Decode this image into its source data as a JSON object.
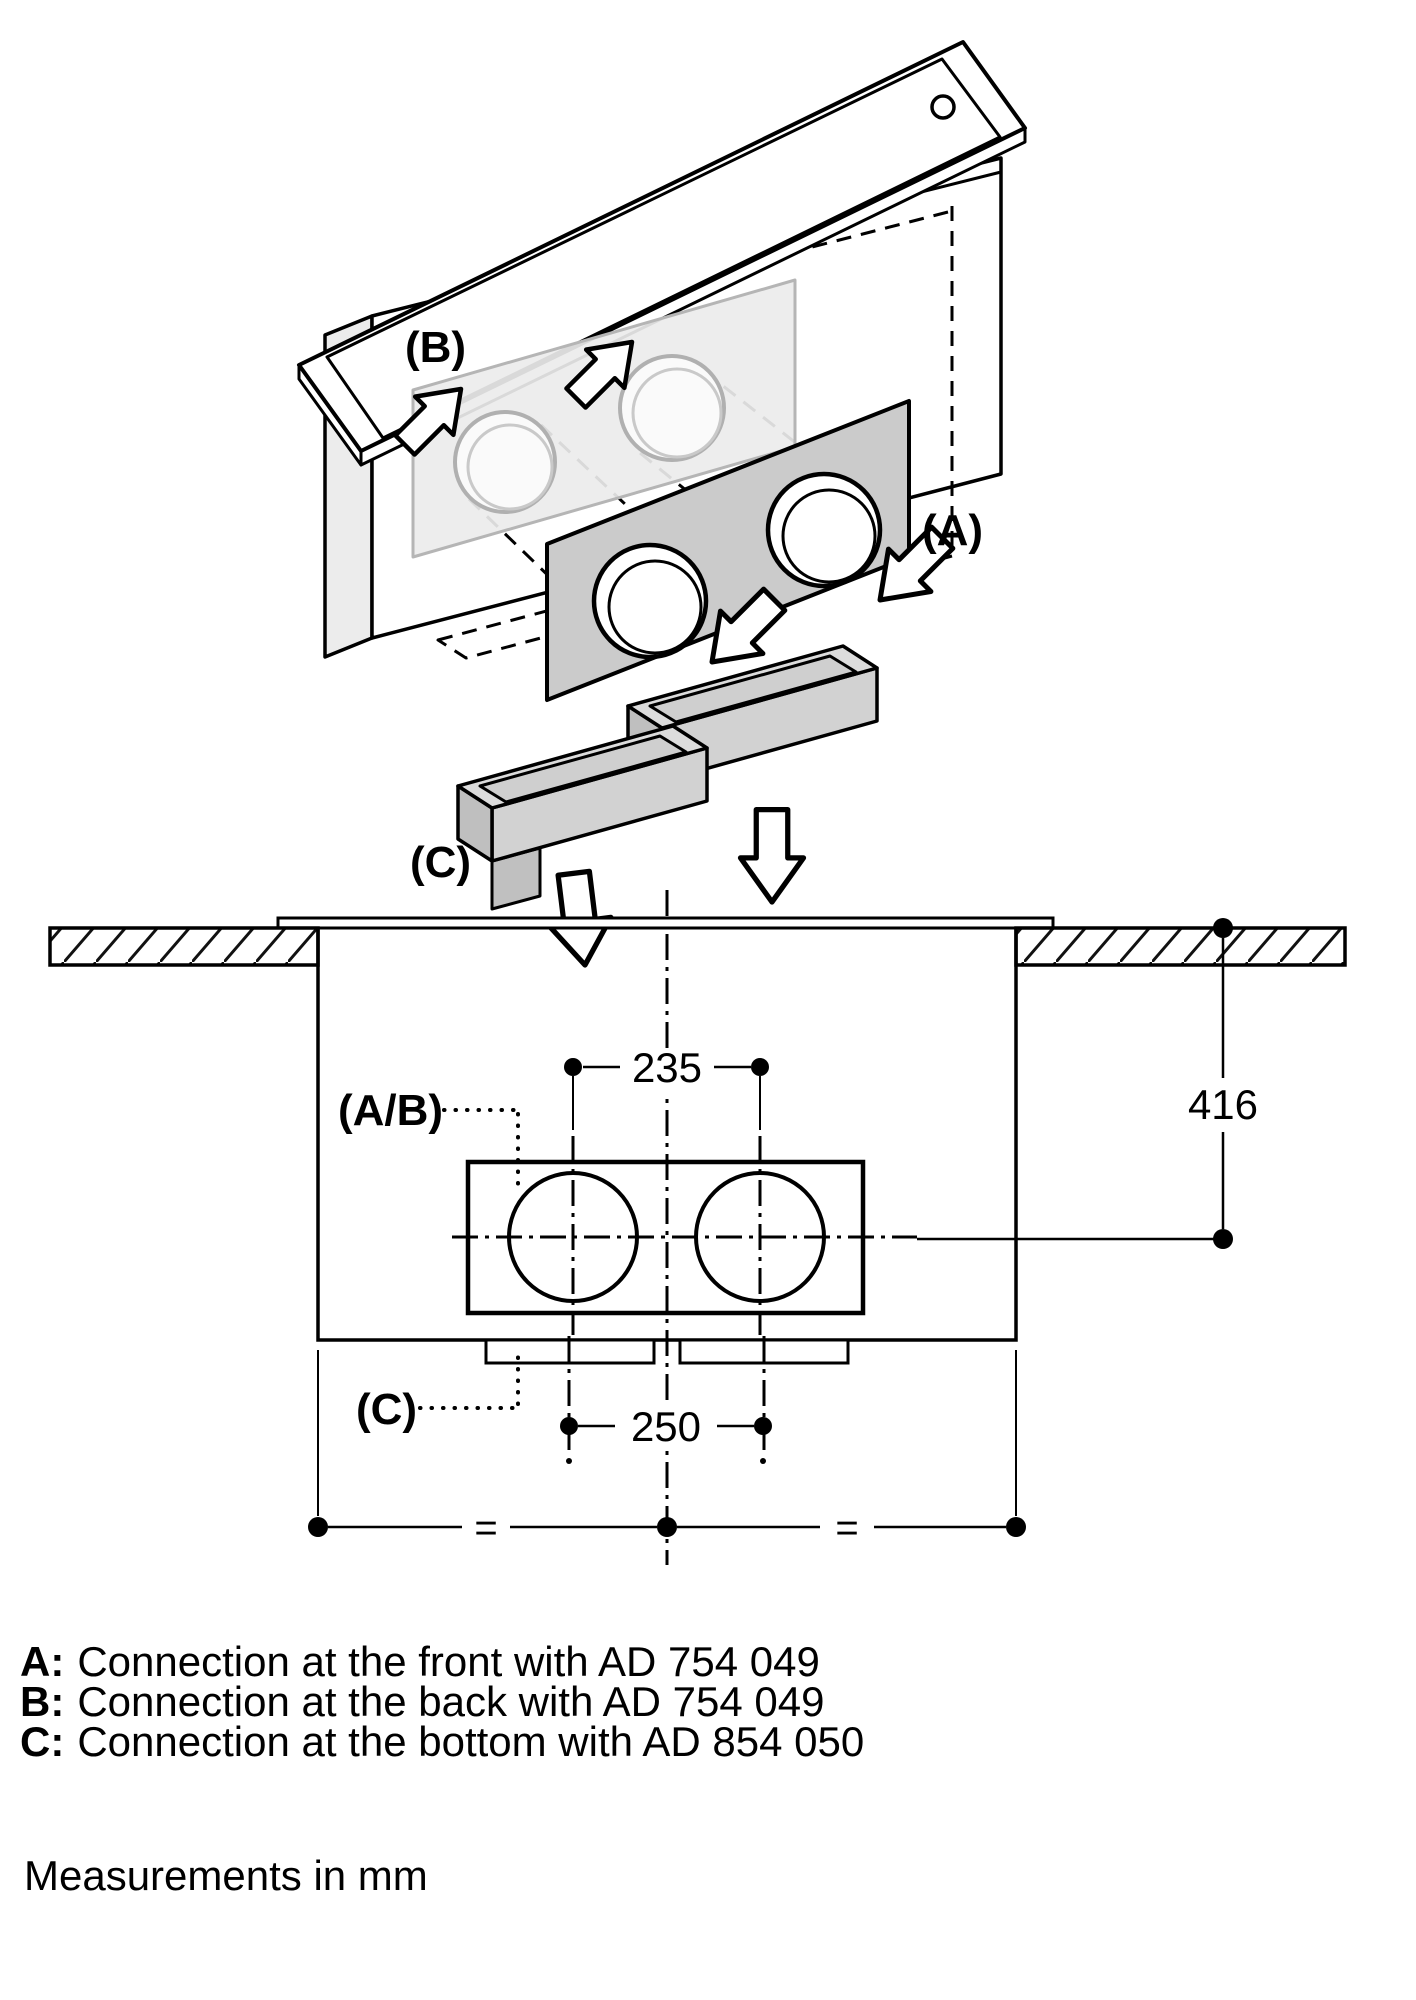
{
  "isometric": {
    "label_back": "(B)",
    "label_front": "(A)",
    "label_bottom": "(C)"
  },
  "section": {
    "label_front_back": "(A/B)",
    "label_bottom": "(C)",
    "dim_spigot_spacing": "235",
    "dim_depth": "416",
    "dim_bottom_spacing": "250",
    "equals_left": "=",
    "equals_right": "="
  },
  "legend": {
    "items": [
      {
        "key": "A:",
        "text": "Connection at the front with AD 754 049"
      },
      {
        "key": "B:",
        "text": "Connection at the back with AD 754 049"
      },
      {
        "key": "C:",
        "text": "Connection at the bottom with AD 854 050"
      }
    ]
  },
  "footer": {
    "note": "Measurements in mm"
  },
  "colors": {
    "background": "#ffffff",
    "line": "#000000",
    "panel_front_gray": "#cbcbcb",
    "panel_back_gray": "#ececec",
    "tray_gray": "#d9d9d9",
    "counter_hatch": "#111111"
  }
}
